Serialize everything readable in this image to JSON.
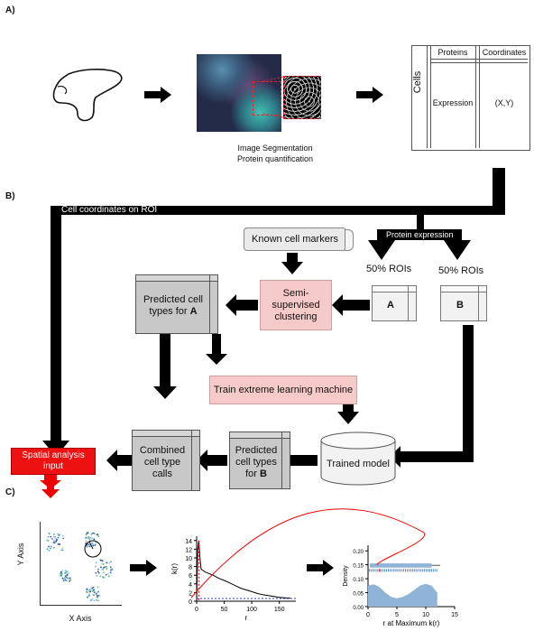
{
  "panels": {
    "a": "A)",
    "b": "B)",
    "c": "C)"
  },
  "table": {
    "col1": "Proteins",
    "col2": "Coordinates",
    "row": "Cells",
    "cell1": "Expression",
    "cell2": "(X,Y)"
  },
  "seg_caption": {
    "line1": "Image Segmentation",
    "line2": "Protein quantification"
  },
  "flow": {
    "coords_label": "Cell coordinates on ROI",
    "protein_label": "Protein expression",
    "markers": "Known cell markers",
    "roi_left": "50% ROIs",
    "roi_right": "50% ROIs",
    "set_a": "A",
    "set_b": "B",
    "semi": "Semi-supervised clustering",
    "pred_a_text": "Predicted cell types for ",
    "pred_a_bold": "A",
    "train": "Train extreme learning machine",
    "trained": "Trained model",
    "pred_b_text": "Predicted cell types for ",
    "pred_b_bold": "B",
    "combined": "Combined cell type calls",
    "spatial": "Spatial analysis input"
  },
  "chart_data": [
    {
      "type": "scatter",
      "xlabel": "X Axis",
      "ylabel": "Y Axis"
    },
    {
      "type": "line",
      "xlabel": "r",
      "ylabel": "k(r)",
      "xticks": [
        0,
        50,
        100,
        150
      ],
      "yticks": [
        0,
        2,
        4,
        6,
        8,
        10,
        12,
        14
      ],
      "xlim": [
        0,
        180
      ],
      "ylim": [
        0,
        15
      ],
      "x": [
        0,
        2,
        4,
        6,
        8,
        10,
        15,
        20,
        30,
        40,
        50,
        60,
        70,
        80,
        90,
        100,
        110,
        120,
        130,
        140,
        150,
        160,
        170
      ],
      "y": [
        0,
        12,
        14,
        10,
        7.5,
        7.2,
        6.8,
        6.5,
        6.0,
        5.3,
        4.8,
        4.2,
        3.6,
        3.0,
        2.6,
        2.2,
        1.8,
        1.5,
        1.3,
        1.1,
        0.9,
        0.8,
        0.7
      ]
    },
    {
      "type": "area",
      "xlabel": "r at Maximum k(r)",
      "ylabel": "Density",
      "xticks": [
        0,
        5,
        10,
        15
      ],
      "yticks": [
        0.0,
        0.05,
        0.1,
        0.15,
        0.2
      ],
      "xlim": [
        0,
        15
      ],
      "ylim": [
        0,
        0.22
      ]
    }
  ]
}
